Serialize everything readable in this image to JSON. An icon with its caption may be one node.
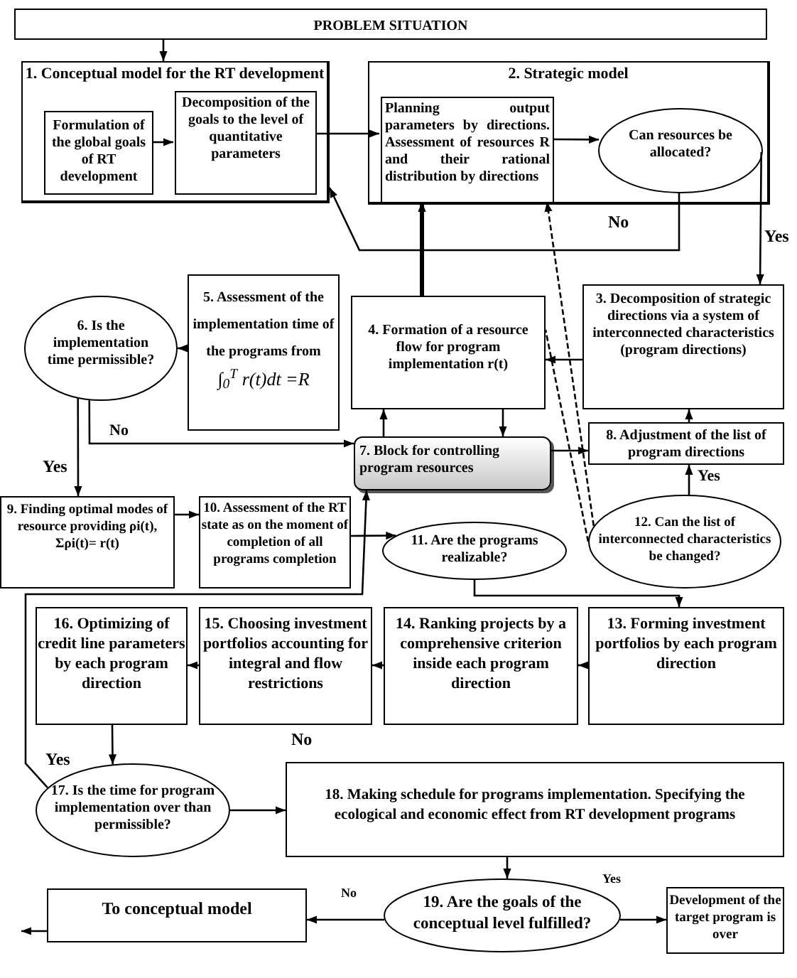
{
  "diagram": {
    "nodes": [
      {
        "text": [
          "PROBLEM SITUATION"
        ]
      },
      {
        "text": [
          "1. Conceptual model for the RT development"
        ]
      },
      {
        "text": [
          "Formulation of the global goals of RT development"
        ],
        "in": 1
      },
      {
        "text": [
          "Decomposition of the goals to the level of quantitative parameters"
        ],
        "in": 1
      },
      {
        "text": [
          "2. Strategic model"
        ]
      },
      {
        "text": [
          "Planning output parameters by directions. Assessment of resources R and their rational distribution by directions"
        ],
        "in": 4
      },
      {
        "text": [
          "Can resources be allocated?"
        ],
        "in": 4
      },
      {
        "text": [
          "3. Decomposition of strategic directions via a system of interconnected characteristics (program directions)"
        ]
      },
      {
        "text": [
          "4. Formation of a resource flow for program implementation r(t)"
        ]
      },
      {
        "text": [
          "5. Assessment of the implementation time of the programs from",
          "∫$_{0}$$^{T}$ r(t)dt =R"
        ]
      },
      {
        "text": [
          "6. Is the implementation time permissible?"
        ]
      },
      {
        "text": [
          "7. Block for controlling program resources"
        ]
      },
      {
        "text": [
          "8. Adjustment of the list of program directions"
        ]
      },
      {
        "text": [
          "9. Finding optimal modes of resource providing ρi(t), Σρi(t)= r(t)"
        ]
      },
      {
        "text": [
          "10. Assessment of the RT state as on the moment of completion of all programs completion"
        ]
      },
      {
        "text": [
          "11. Are the programs realizable?"
        ]
      },
      {
        "text": [
          "12. Can the list of interconnected characteristics be changed?"
        ]
      },
      {
        "text": [
          "13. Forming investment portfolios by each program direction"
        ]
      },
      {
        "text": [
          "14. Ranking projects by a comprehensive criterion inside each program direction"
        ]
      },
      {
        "text": [
          "15. Choosing investment portfolios accounting for integral and flow restrictions"
        ]
      },
      {
        "text": [
          "16. Optimizing of credit line parameters by each program direction"
        ]
      },
      {
        "text": [
          "17. Is the time for program implementation over than permissible?"
        ]
      },
      {
        "text": [
          "18. Making schedule for programs implementation. Specifying the ecological and economic effect from RT development programs"
        ]
      },
      {
        "text": [
          "19. Are the goals of the conceptual level fulfilled?"
        ]
      },
      {
        "text": [
          "To conceptual model"
        ]
      },
      {
        "text": [
          "Development of the target program is over"
        ]
      }
    ],
    "edges": [
      {
        "from": 0,
        "to": 1,
        "arrow": "to"
      },
      {
        "from": 2,
        "to": 3,
        "arrow": "to"
      },
      {
        "from": 3,
        "to": 5,
        "arrow": "to"
      },
      {
        "from": 5,
        "to": 6,
        "arrow": "to"
      },
      {
        "from": 6,
        "to": 7,
        "arrow": "to",
        "label": "Yes"
      },
      {
        "from": 6,
        "to": 1,
        "arrow": "to",
        "label": "No"
      },
      {
        "from": 8,
        "to": 5,
        "arrow": "to",
        "style": "thick"
      },
      {
        "from": 16,
        "to": 5,
        "arrow": "to",
        "style": "dashed"
      },
      {
        "from": 16,
        "to": 8,
        "arrow": "none",
        "style": "dashed"
      },
      {
        "from": 7,
        "to": 8,
        "arrow": "to"
      },
      {
        "from": 11,
        "to": 8,
        "arrow": "to"
      },
      {
        "from": 8,
        "to": 11,
        "arrow": "to"
      },
      {
        "from": 9,
        "to": 10,
        "arrow": "to"
      },
      {
        "from": 10,
        "to": 11,
        "arrow": "to",
        "label": "No"
      },
      {
        "from": 10,
        "to": 13,
        "arrow": "to",
        "label": "Yes"
      },
      {
        "from": 11,
        "to": 12,
        "arrow": "to"
      },
      {
        "from": 12,
        "to": 7,
        "arrow": "to"
      },
      {
        "from": 16,
        "to": 12,
        "arrow": "to",
        "label": "Yes"
      },
      {
        "from": 13,
        "to": 14,
        "arrow": "to"
      },
      {
        "from": 14,
        "to": 15,
        "arrow": "to"
      },
      {
        "from": 15,
        "to": 17,
        "arrow": "to"
      },
      {
        "from": 17,
        "to": 18,
        "arrow": "to"
      },
      {
        "from": 18,
        "to": 19,
        "arrow": "to"
      },
      {
        "from": 19,
        "to": 20,
        "arrow": "to"
      },
      {
        "from": 20,
        "to": 21,
        "arrow": "to"
      },
      {
        "from": 21,
        "to": 11,
        "arrow": "to",
        "label": "Yes"
      },
      {
        "from": 21,
        "to": 22,
        "arrow": "to",
        "label": "No"
      },
      {
        "from": 22,
        "to": 23,
        "arrow": "to"
      },
      {
        "from": 23,
        "to": 24,
        "arrow": "to",
        "label": "No"
      },
      {
        "from": 23,
        "to": 25,
        "arrow": "to",
        "label": "Yes"
      },
      {
        "from": 24,
        "to": null,
        "arrow": "to"
      }
    ]
  }
}
